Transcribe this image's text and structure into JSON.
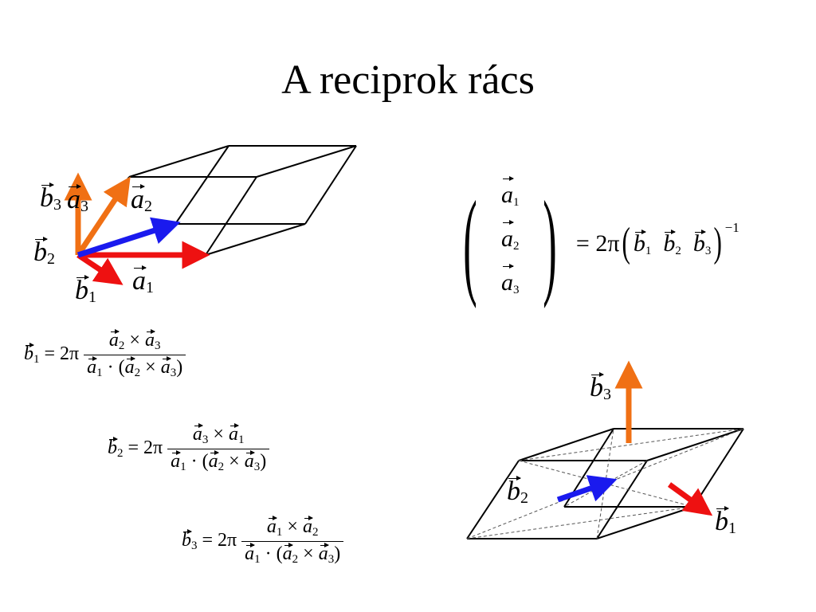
{
  "title": "A reciprok rács",
  "labels": {
    "b": "b",
    "a": "a",
    "sub1": "1",
    "sub2": "2",
    "sub3": "3"
  },
  "equations": {
    "two_pi": "2π",
    "equals": "=",
    "cross": "×",
    "dot": "·",
    "lparen": "(",
    "rparen": ")",
    "inverse": "−1"
  },
  "colors": {
    "orange": "#f07014",
    "red": "#ee1111",
    "blue": "#1a1aee",
    "black": "#000000"
  }
}
